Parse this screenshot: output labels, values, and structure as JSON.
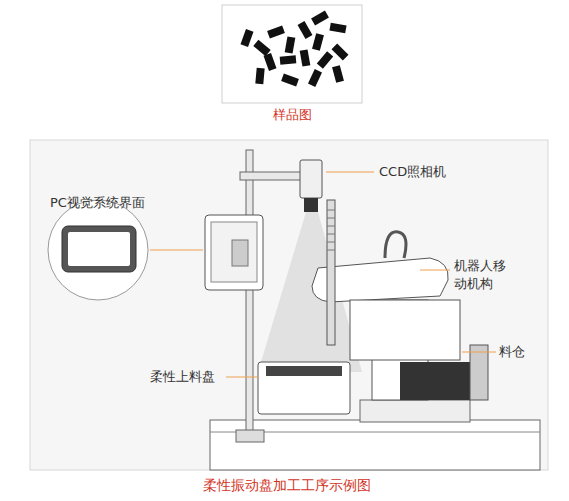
{
  "diagram": {
    "caption": "柔性振动盘加工工序示例图",
    "labels": [
      "样品图",
      "CCD照相机",
      "PC视觉系统界面",
      "机器人移动机构",
      "料仓",
      "柔性上料盘"
    ]
  }
}
